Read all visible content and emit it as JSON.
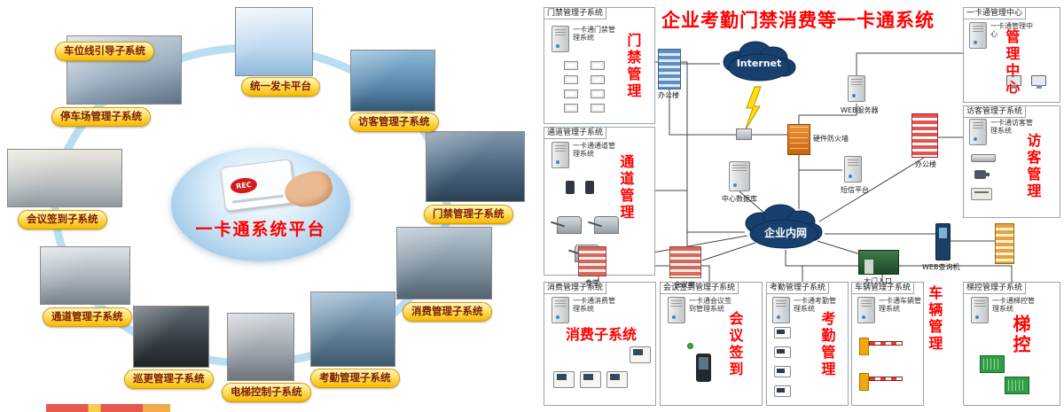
{
  "palette": {
    "accent_red": "#ff0000",
    "pill_yellow": "#ffdf66",
    "pill_text": "#7c1d03",
    "cloud_navy": "#17406e",
    "firewall_orange": "#e07820",
    "ring_blue": "#b5dcee"
  },
  "icons": {
    "server": "css-tower-shape",
    "internet-cloud": "svg-cloud",
    "intranet-cloud": "svg-cloud",
    "firewall": "css-brick-box",
    "lightning": "svg-bolt",
    "door-controller": "css-rect",
    "turnstile": "css-shape",
    "pos-terminal": "css-shape",
    "barrier-gate": "css-shape",
    "control-board": "css-shape",
    "id-card": "css-card"
  },
  "left_panel": {
    "center_title": "一卡通系统平台",
    "card_label": "REC",
    "subsystems": [
      {
        "label": "车位线引导子系统"
      },
      {
        "label": "统一发卡平台"
      },
      {
        "label": "访客管理子系统"
      },
      {
        "label": "停车场管理子系统"
      },
      {
        "label": "会议签到子系统"
      },
      {
        "label": "门禁管理子系统"
      },
      {
        "label": "通道管理子系统"
      },
      {
        "label": "消费管理子系统"
      },
      {
        "label": "巡更管理子系统"
      },
      {
        "label": "电梯控制子系统"
      },
      {
        "label": "考勤管理子系统"
      }
    ]
  },
  "right_panel": {
    "title": "企业考勤门禁消费等一卡通系统",
    "boxes": {
      "access": {
        "header": "门禁管理子系统",
        "server": "一卡通门禁管理系统",
        "red": "门禁管理"
      },
      "channel": {
        "header": "通道管理子系统",
        "server": "一卡通通道管理系统",
        "red": "通道管理"
      },
      "consume": {
        "header": "消费管理子系统",
        "server": "一卡通消费管理系统",
        "red": "消费子系统"
      },
      "meeting": {
        "header": "会议签到管理子系统",
        "server": "一卡通会议签到管理系统",
        "red": "会议签到"
      },
      "attend": {
        "header": "考勤管理子系统",
        "server": "一卡通考勤管理系统",
        "red": "考勤管理"
      },
      "vehicle": {
        "header": "车辆管理子系统",
        "server": "一卡通车辆管理系统",
        "red": "车辆管理"
      },
      "elevator": {
        "header": "梯控管理子系统",
        "server": "一卡通梯控管理系统",
        "red": "梯控"
      },
      "center": {
        "header": "一卡通管理中心",
        "server": "一卡通管理中心",
        "red": "管理中心"
      },
      "visitor": {
        "header": "访客管理子系统",
        "server": "一卡通访客管理系统",
        "red": "访客管理"
      }
    },
    "nodes": {
      "internet": "Internet",
      "intranet": "企业内网",
      "office_left": "办公楼",
      "office_right": "办公楼",
      "web_server": "WEB服务器",
      "firewall": "硬件防火墙",
      "database": "中心数据库",
      "sms": "短信平台",
      "canteen": "食堂",
      "meeting_room": "会议室",
      "gate": "大门入口",
      "kiosk": "WEB查询机"
    }
  }
}
